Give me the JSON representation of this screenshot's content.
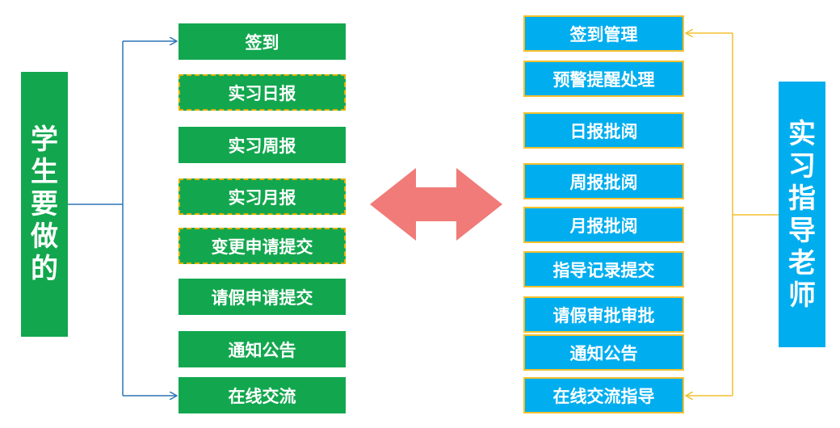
{
  "student": {
    "title": "学生要做的",
    "items": [
      "签到",
      "实习日报",
      "实习周报",
      "实习月报",
      "变更申请提交",
      "请假申请提交",
      "通知公告",
      "在线交流"
    ]
  },
  "teacher": {
    "title": "实习指导老师",
    "items": [
      "签到管理",
      "预警提醒处理",
      "日报批阅",
      "周报批阅",
      "月报批阅",
      "指导记录提交",
      "请假审批审批",
      "通知公告",
      "在线交流指导"
    ]
  },
  "colors": {
    "student_green": "#12a74e",
    "teacher_blue": "#00aeef",
    "border_gold": "#f2c12e",
    "arrow_salmon": "#f07b78",
    "connector_blue": "#2e75b6",
    "connector_gold": "#f2c12e"
  }
}
